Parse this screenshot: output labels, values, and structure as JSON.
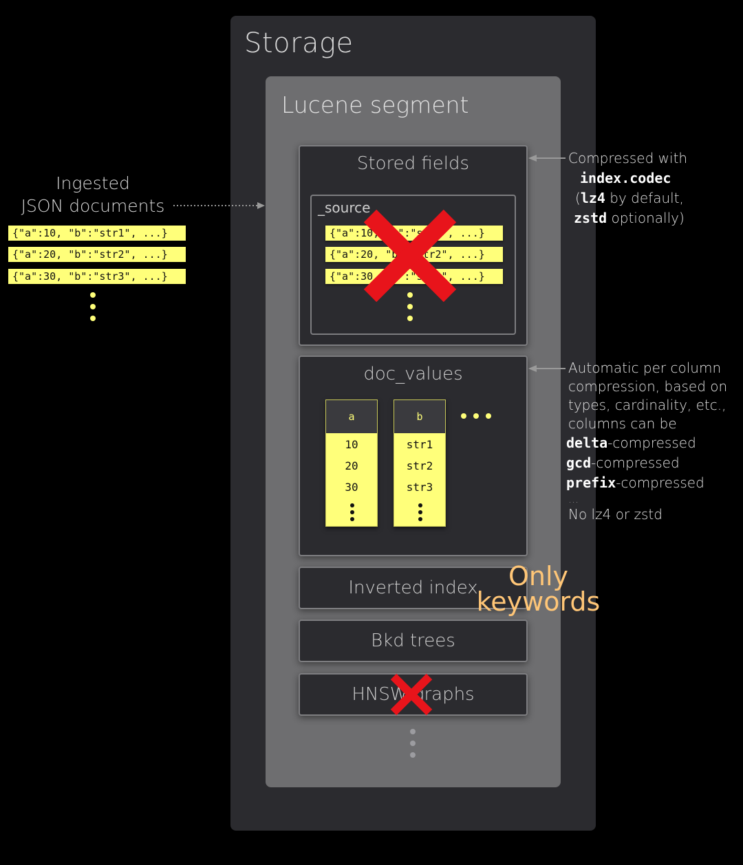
{
  "storage": {
    "title": "Storage"
  },
  "segment": {
    "title": "Lucene segment"
  },
  "ingested": {
    "line1": "Ingested",
    "line2": "JSON documents",
    "docs": [
      "{\"a\":10, \"b\":\"str1\", ...}",
      "{\"a\":20, \"b\":\"str2\", ...}",
      "{\"a\":30, \"b\":\"str3\", ...}"
    ]
  },
  "stored_fields": {
    "title": "Stored fields",
    "source_label": "_source",
    "docs": [
      "{\"a\":10, \"b\":\"str1\", ...}",
      "{\"a\":20, \"b\":\"str2\", ...}",
      "{\"a\":30, \"b\":\"str3\", ...}"
    ]
  },
  "doc_values": {
    "title": "doc_values",
    "columns": [
      {
        "header": "a",
        "values": [
          "10",
          "20",
          "30"
        ]
      },
      {
        "header": "b",
        "values": [
          "str1",
          "str2",
          "str3"
        ]
      }
    ]
  },
  "inverted_index": {
    "title": "Inverted index"
  },
  "bkd_trees": {
    "title": "Bkd trees"
  },
  "hnsw": {
    "title": "HNSW graphs"
  },
  "annotation_stored": {
    "line1": "Compressed with",
    "codec": "index.codec",
    "open_paren": "(",
    "lz4": "lz4",
    "by_default": " by default,",
    "zstd": "zstd",
    "optionally": " optionally)"
  },
  "annotation_docvalues": {
    "line1": "Automatic per column",
    "line2": "compression, based on",
    "line3": "types, cardinality, etc.,",
    "line4": "columns can be",
    "delta": "delta",
    "delta_suffix": "-compressed",
    "gcd": "gcd",
    "gcd_suffix": "-compressed",
    "prefix": "prefix",
    "prefix_suffix": "-compressed",
    "ellipsis": "...",
    "last": "No lz4 or zstd"
  },
  "only_keywords": {
    "line1": "Only",
    "line2": "keywords"
  },
  "colors": {
    "doc_yellow": "#ffff7a",
    "cross_red": "#e8141b",
    "highlight_orange": "#ffc677"
  }
}
